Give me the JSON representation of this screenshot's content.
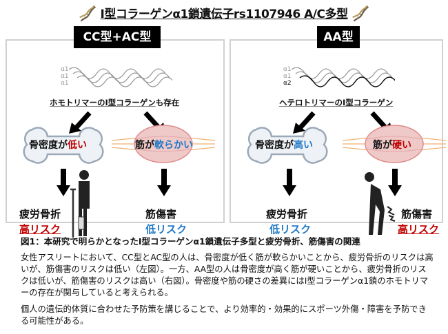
{
  "title": "I型コラーゲンα1鎖遺伝子rs1107946 A/C多型",
  "left": {
    "tag": "CC型+AC型",
    "chains": [
      "α1",
      "α1",
      "α1"
    ],
    "caption_main": "ホモトリマーのI型コラーゲン",
    "caption_suffix": "も存在",
    "bone_prefix": "骨密度が",
    "bone_value": "低い",
    "muscle_prefix": "筋が",
    "muscle_value": "軟らかい",
    "fracture": "疲労骨折",
    "fracture_risk": "高リスク",
    "injury": "筋傷害",
    "injury_risk": "低リスク"
  },
  "right": {
    "tag": "AA型",
    "chains": [
      "α1",
      "α1",
      "α2"
    ],
    "caption_main": "ヘテロトリマーのI型コラーゲン",
    "bone_prefix": "骨密度が",
    "bone_value": "高い",
    "muscle_prefix": "筋が",
    "muscle_value": "硬い",
    "fracture": "疲労骨折",
    "fracture_risk": "低リスク",
    "injury": "筋傷害",
    "injury_risk": "高リスク"
  },
  "figure_caption": "図1：本研究で明らかとなったI型コラーゲンα1鎖遺伝子多型と疲労骨折、筋傷害の関連",
  "paragraph1": "女性アスリートにおいて、CC型とAC型の人は、骨密度が低く筋が軟らかいことから、疲労骨折のリスクは高いが、筋傷害のリスクは低い（左図）。一方、AA型の人は骨密度が高く筋が硬いことから、疲労骨折のリスクは低いが、筋傷害のリスクは高い（右図）。骨密度や筋の硬さの差異にはI型コラーゲンα1鎖のホモトリマーの存在が関与していると考えられる。",
  "paragraph2": "個人の遺伝的体質に合わせた予防策を講じることで、より効率的・効果的にスポーツ外傷・障害を予防できる可能性がある。",
  "colors": {
    "red": "#c00000",
    "blue": "#1f78c8"
  }
}
